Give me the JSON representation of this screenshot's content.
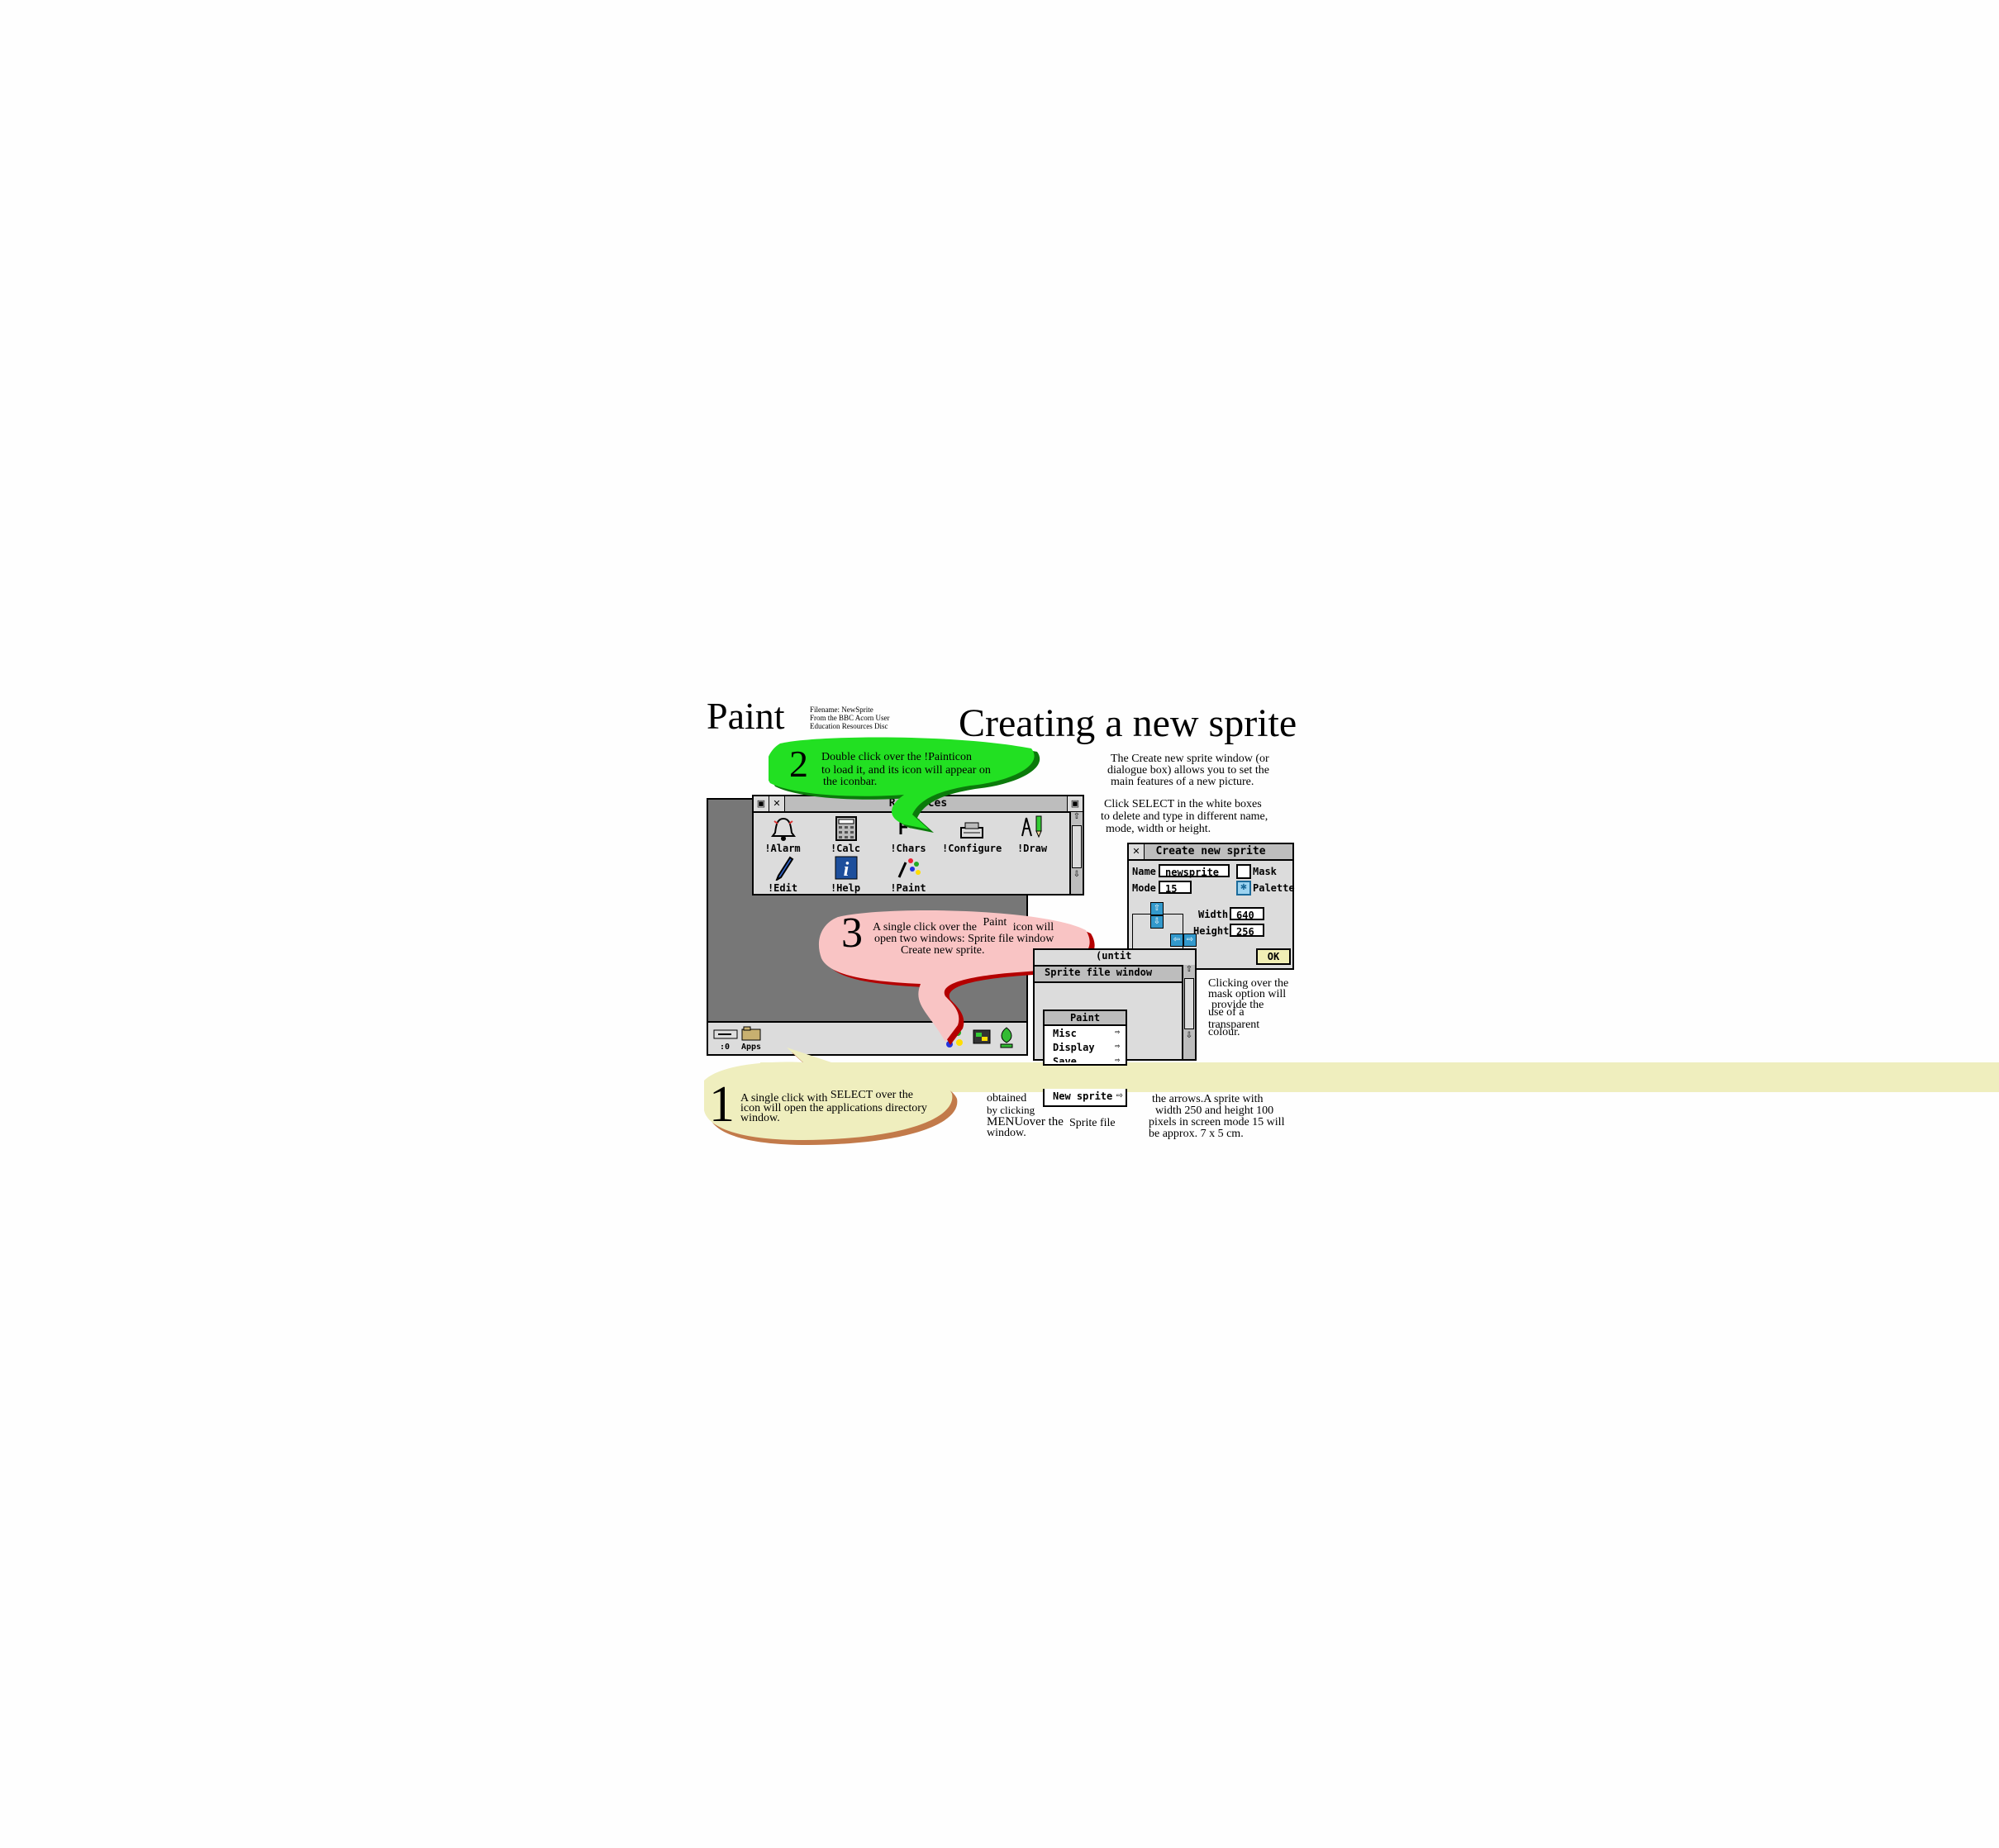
{
  "heading": {
    "left_title": "Paint",
    "right_title": "Creating a new sprite",
    "file_info": [
      "Filename: NewSprite",
      "From the BBC Acorn User",
      "Education Resources Disc"
    ]
  },
  "callouts": {
    "step2": {
      "number": "2",
      "line1": "Double click over the !Painticon",
      "line2": "to load it, and its icon will appear on",
      "line3": "the iconbar.",
      "color": "#22e022"
    },
    "step3": {
      "number": "3",
      "line1a": "A single click over the",
      "paint": "Paint",
      "line1b": "icon will",
      "line2": "open two windows:  Sprite file window",
      "line3": "Create new sprite.",
      "color": "#f9c4c4"
    },
    "step1": {
      "number": "1",
      "line1a": "A single click with",
      "select": "SELECT over the",
      "line2": "icon will open the applications directory",
      "line3": "window.",
      "color": "#efeebe"
    }
  },
  "resources_window": {
    "title": "Resources",
    "icons": [
      {
        "label": "!Alarm",
        "icon": "bell-icon"
      },
      {
        "label": "!Calc",
        "icon": "calculator-icon"
      },
      {
        "label": "!Chars",
        "icon": "chars-icon"
      },
      {
        "label": "!Configure",
        "icon": "configure-icon"
      },
      {
        "label": "!Draw",
        "icon": "draw-icon"
      },
      {
        "label": "!Edit",
        "icon": "edit-icon"
      },
      {
        "label": "!Help",
        "icon": "help-icon"
      },
      {
        "label": "!Paint",
        "icon": "paint-icon"
      }
    ]
  },
  "iconbar": {
    "drive_label": ":0",
    "apps_label": "Apps"
  },
  "create_sprite_window": {
    "title": "Create new sprite",
    "name_label": "Name",
    "name_value": "newsprite",
    "mode_label": "Mode",
    "mode_value": "15",
    "mask_label": "Mask",
    "palette_label": "Palette",
    "width_label": "Width",
    "width_value": "640",
    "height_label": "Height",
    "height_value": "256",
    "ok_label": "OK"
  },
  "sprite_file_window": {
    "title": "(untit",
    "label": "Sprite file window",
    "menu_title": "Paint",
    "menu_items": [
      "Misc",
      "Display",
      "Save"
    ],
    "new_sprite": "New sprite"
  },
  "text": {
    "intro": [
      "The  Create new sprite window (or",
      "dialogue box) allows you to set the",
      "main features of a new picture."
    ],
    "click": [
      "Click SELECT    in the white boxes",
      "to delete and type in different name,",
      "mode, width or height."
    ],
    "mask": [
      "Clicking over the",
      "mask option will",
      "provide the",
      "use of a",
      "transparent",
      "colour."
    ],
    "obtained": [
      "obtained",
      "by clicking"
    ],
    "menu_over": "MENUover the",
    "sprite_file": "Sprite file",
    "window_word": "window.",
    "size": [
      "the arrows.A sprite with",
      "width 250 and height 100",
      "pixels in screen mode 15 will",
      "be approx. 7 x 5 cm."
    ]
  },
  "colors": {
    "desktop_grey": "#777777",
    "window_grey": "#dcdcdc",
    "band": "#efeebe",
    "green": "#22e022",
    "pink": "#f9c4c4",
    "shadow_dark": "#b40000",
    "shadow_brown": "#c27a4a",
    "icon_blue": "#3399cc"
  }
}
